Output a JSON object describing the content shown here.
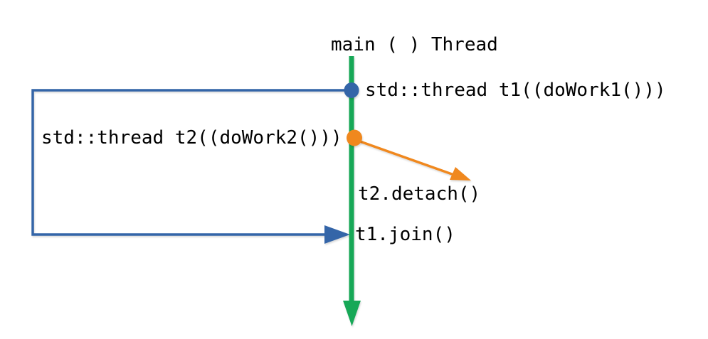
{
  "diagram": {
    "title": "main ( ) Thread",
    "labels": {
      "t1_create": "std::thread t1((doWork1()))",
      "t2_create": "std::thread t2((doWork2()))",
      "t2_detach": "t2.detach()",
      "t1_join": "t1.join()"
    },
    "colors": {
      "main_thread_green": "#17a857",
      "t1_blue": "#3465a8",
      "t2_orange": "#f0881e",
      "text": "#000000"
    }
  }
}
